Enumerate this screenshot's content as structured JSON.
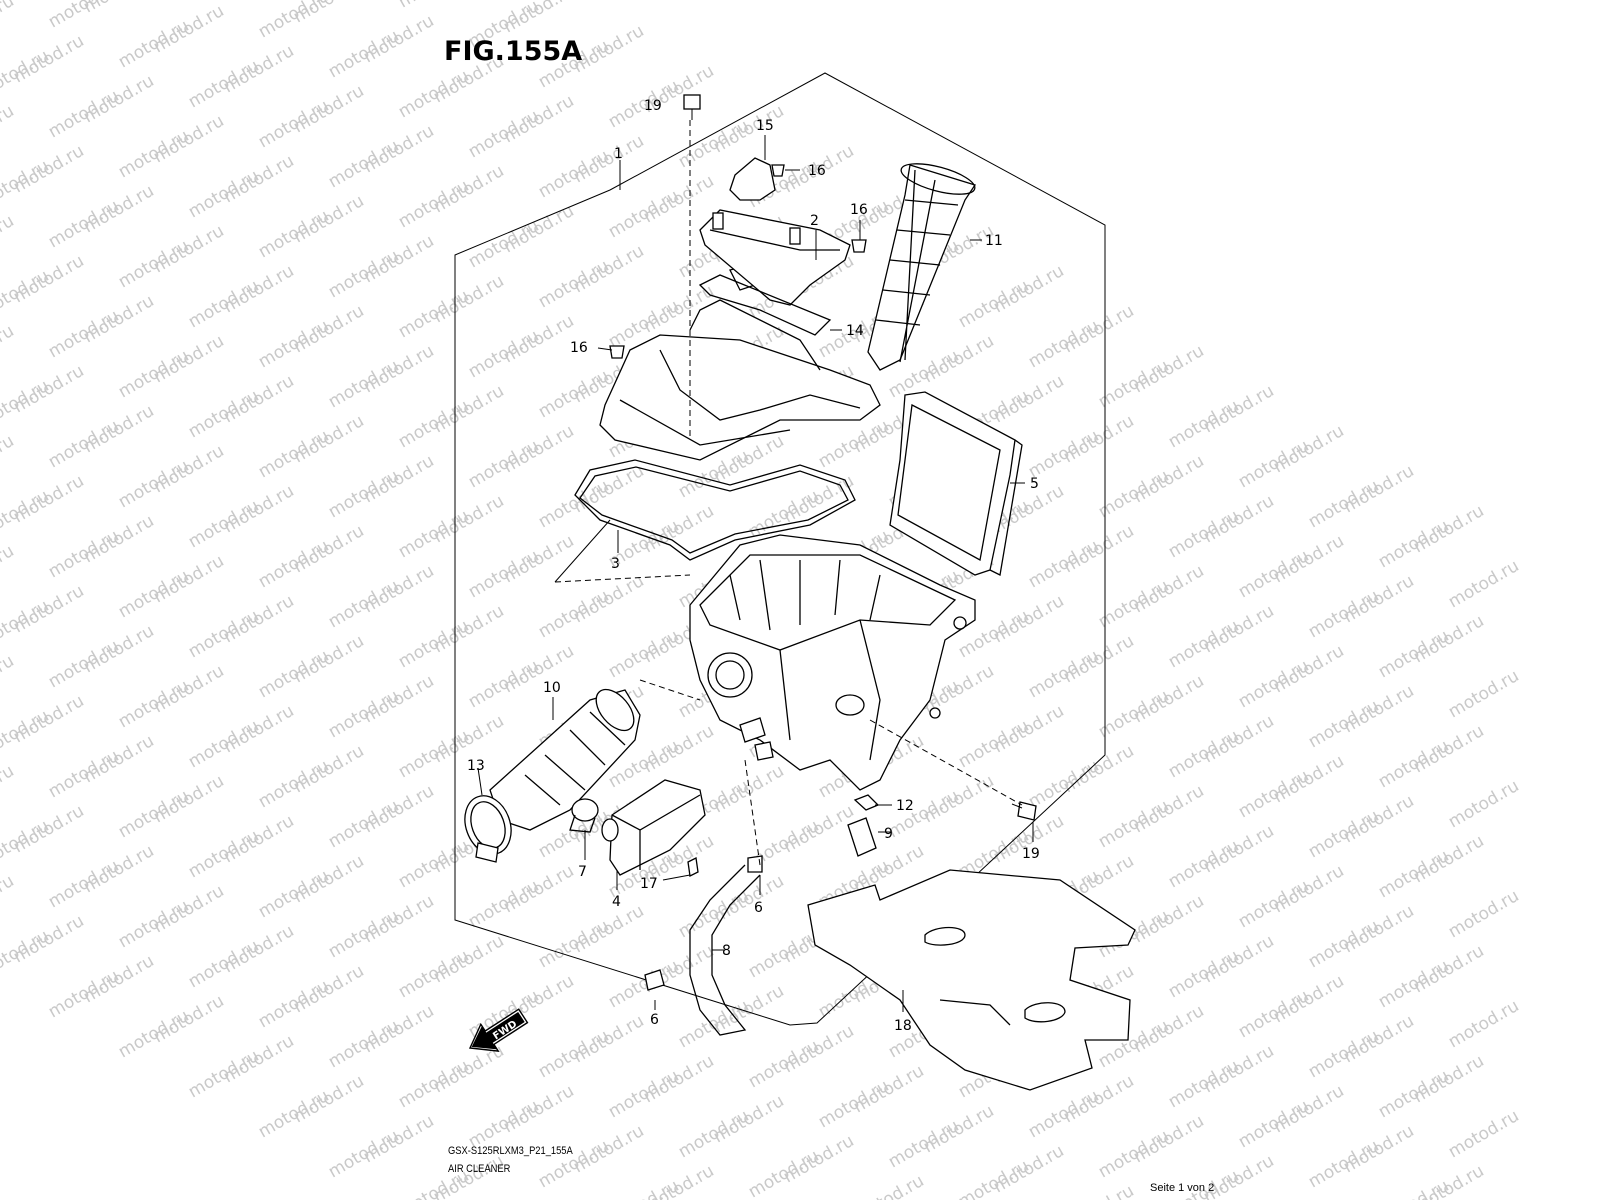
{
  "figure": {
    "title": "FIG.155A",
    "model_code": "GSX-S125RLXM3_P21_155A",
    "section_name": "AIR CLEANER",
    "page_info": "Seite 1 von 2",
    "direction_label": "FWD"
  },
  "watermark": {
    "text": "motod.ru",
    "color": "#c9c9c9"
  },
  "callouts": [
    {
      "id": "c1",
      "label": "1"
    },
    {
      "id": "c2",
      "label": "2"
    },
    {
      "id": "c3",
      "label": "3"
    },
    {
      "id": "c4",
      "label": "4"
    },
    {
      "id": "c5",
      "label": "5"
    },
    {
      "id": "c6a",
      "label": "6"
    },
    {
      "id": "c6b",
      "label": "6"
    },
    {
      "id": "c7",
      "label": "7"
    },
    {
      "id": "c8",
      "label": "8"
    },
    {
      "id": "c9",
      "label": "9"
    },
    {
      "id": "c10",
      "label": "10"
    },
    {
      "id": "c11",
      "label": "11"
    },
    {
      "id": "c12",
      "label": "12"
    },
    {
      "id": "c13",
      "label": "13"
    },
    {
      "id": "c14",
      "label": "14"
    },
    {
      "id": "c15",
      "label": "15"
    },
    {
      "id": "c16a",
      "label": "16"
    },
    {
      "id": "c16b",
      "label": "16"
    },
    {
      "id": "c16c",
      "label": "16"
    },
    {
      "id": "c17",
      "label": "17"
    },
    {
      "id": "c18",
      "label": "18"
    },
    {
      "id": "c19a",
      "label": "19"
    },
    {
      "id": "c19b",
      "label": "19"
    }
  ]
}
